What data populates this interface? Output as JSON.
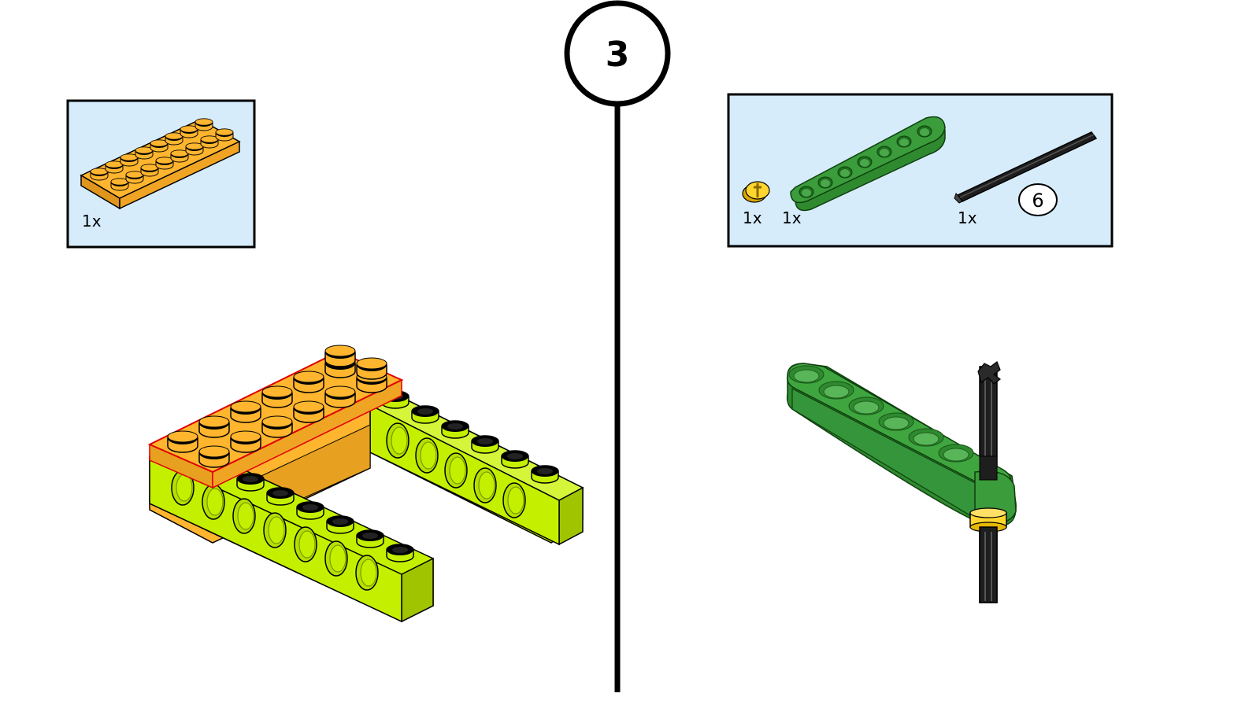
{
  "step": {
    "number": "3"
  },
  "left_panel": {
    "parts": [
      {
        "name": "orange-2x8-plate",
        "quantity": "1x"
      }
    ]
  },
  "right_panel": {
    "parts": [
      {
        "name": "yellow-bush",
        "quantity": "1x"
      },
      {
        "name": "green-7-beam",
        "quantity": "1x"
      },
      {
        "name": "black-axle",
        "quantity": "1x",
        "length_label": "6"
      }
    ]
  },
  "colors": {
    "callout_bg": "#d6ecfb",
    "orange": "#ffb52e",
    "lime": "#c4f000",
    "green": "#3a9c3a",
    "yellow": "#ffd52e",
    "axle": "#1e1e1e",
    "highlight": "#e00000"
  }
}
